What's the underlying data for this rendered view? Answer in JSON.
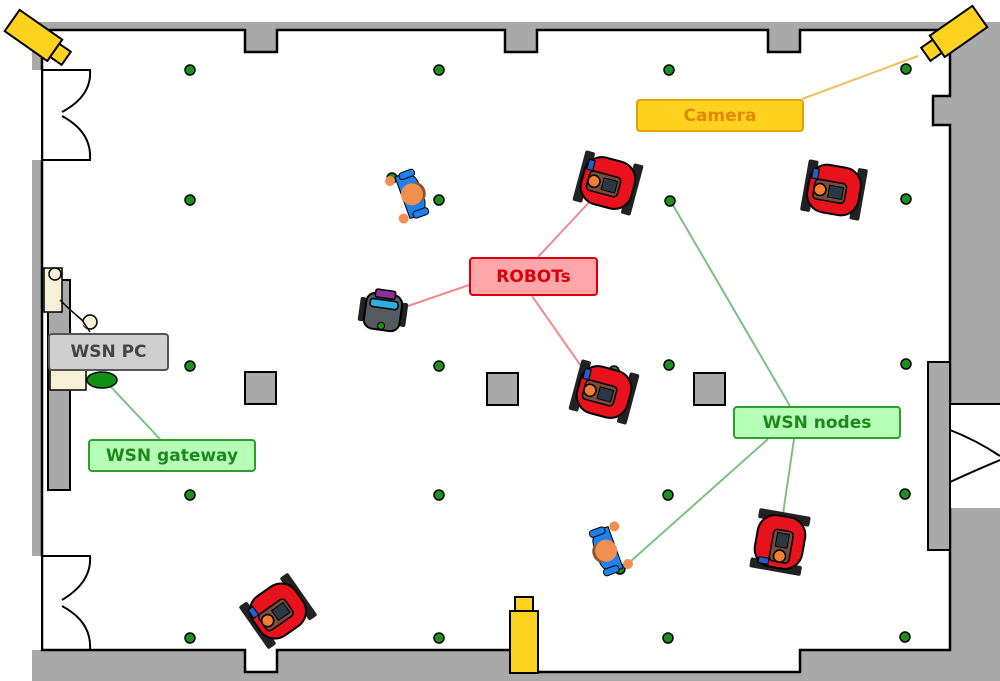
{
  "labels": {
    "camera": "Camera",
    "robots": "ROBOTs",
    "wsn_pc": "WSN PC",
    "wsn_gateway": "WSN gateway",
    "wsn_nodes": "WSN nodes"
  },
  "colors": {
    "wall": "#a9a9a9",
    "outline": "#000000",
    "floor": "#ffffff",
    "camera_fill": "#ffd21f",
    "camera_border": "#e0a400",
    "camera_text": "#e08a00",
    "camera_line": "#f0c060",
    "robots_fill": "#ffa6ab",
    "robots_border": "#d9000b",
    "robots_text": "#d9000b",
    "robots_line": "#f08a90",
    "pc_fill": "#cfcfcf",
    "pc_border": "#555555",
    "pc_text": "#444444",
    "wsn_fill": "#b6ffb6",
    "wsn_border": "#2e9e2e",
    "wsn_text": "#1b8a1b",
    "wsn_line": "#7fbf7f",
    "node_fill": "#1e8e1e",
    "gateway_fill": "#109010",
    "robot_body": "#e8121c",
    "robot_dark": "#222222",
    "robot_top": "#7a4a3a",
    "robot_orange": "#f08030",
    "robot_blue": "#2060d0",
    "small_robot_body": "#555a60",
    "small_robot_purple": "#8b2f9b",
    "small_robot_cyan": "#2ab0e0",
    "person_skin": "#f09050",
    "person_shirt": "#2080f0",
    "person_hair": "#8b5a2b",
    "tripod_fill": "#ffd21f",
    "furniture_fill": "#f6f0d6"
  },
  "icons": {
    "camera": "security-camera-icon",
    "robot": "wheeled-robot-icon",
    "person": "person-top-view-icon",
    "node": "sensor-node-dot-icon",
    "door": "double-door-icon",
    "gateway": "gateway-ellipse-icon"
  }
}
